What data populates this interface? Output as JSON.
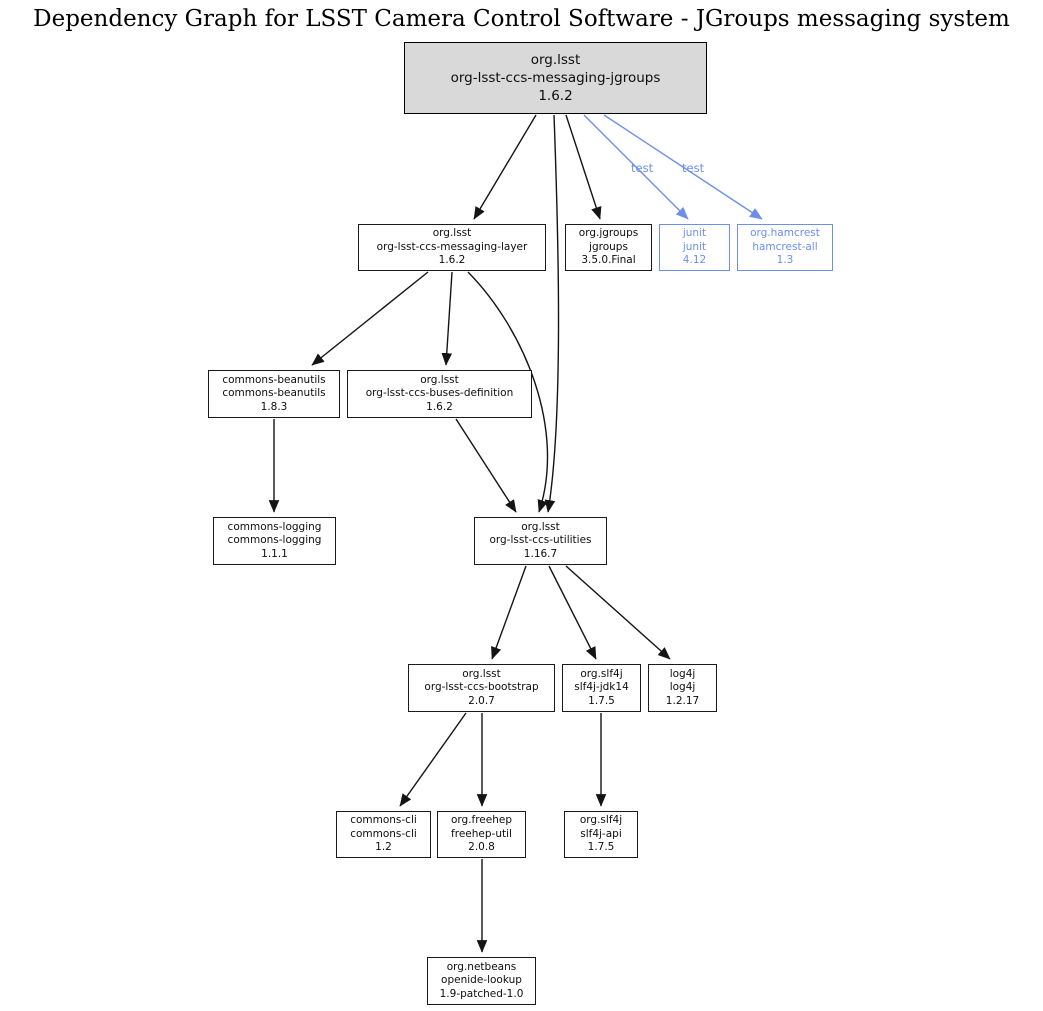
{
  "title": "Dependency Graph for LSST Camera Control Software - JGroups messaging system",
  "colors": {
    "background": "#ffffff",
    "node_border": "#1a1a1a",
    "node_fill": "#ffffff",
    "root_fill": "#d9d9d9",
    "edge_stroke": "#141414",
    "test_scope_color": "#6d8fe8",
    "title_color": "#000000"
  },
  "nodes": {
    "messaging_jgroups": {
      "group": "org.lsst",
      "artifact": "org-lsst-ccs-messaging-jgroups",
      "version": "1.6.2"
    },
    "messaging_layer": {
      "group": "org.lsst",
      "artifact": "org-lsst-ccs-messaging-layer",
      "version": "1.6.2"
    },
    "jgroups": {
      "group": "org.jgroups",
      "artifact": "jgroups",
      "version": "3.5.0.Final"
    },
    "junit": {
      "group": "junit",
      "artifact": "junit",
      "version": "4.12"
    },
    "hamcrest_all": {
      "group": "org.hamcrest",
      "artifact": "hamcrest-all",
      "version": "1.3"
    },
    "commons_beanutils": {
      "group": "commons-beanutils",
      "artifact": "commons-beanutils",
      "version": "1.8.3"
    },
    "buses_definition": {
      "group": "org.lsst",
      "artifact": "org-lsst-ccs-buses-definition",
      "version": "1.6.2"
    },
    "commons_logging": {
      "group": "commons-logging",
      "artifact": "commons-logging",
      "version": "1.1.1"
    },
    "utilities": {
      "group": "org.lsst",
      "artifact": "org-lsst-ccs-utilities",
      "version": "1.16.7"
    },
    "bootstrap": {
      "group": "org.lsst",
      "artifact": "org-lsst-ccs-bootstrap",
      "version": "2.0.7"
    },
    "slf4j_jdk14": {
      "group": "org.slf4j",
      "artifact": "slf4j-jdk14",
      "version": "1.7.5"
    },
    "log4j": {
      "group": "log4j",
      "artifact": "log4j",
      "version": "1.2.17"
    },
    "commons_cli": {
      "group": "commons-cli",
      "artifact": "commons-cli",
      "version": "1.2"
    },
    "freehep_util": {
      "group": "org.freehep",
      "artifact": "freehep-util",
      "version": "2.0.8"
    },
    "slf4j_api": {
      "group": "org.slf4j",
      "artifact": "slf4j-api",
      "version": "1.7.5"
    },
    "openide_lookup": {
      "group": "org.netbeans",
      "artifact": "openide-lookup",
      "version": "1.9-patched-1.0"
    }
  },
  "edges": [
    {
      "from": "messaging_jgroups",
      "to": "messaging_layer",
      "scope": "compile",
      "label": ""
    },
    {
      "from": "messaging_jgroups",
      "to": "utilities",
      "scope": "compile",
      "label": ""
    },
    {
      "from": "messaging_jgroups",
      "to": "jgroups",
      "scope": "compile",
      "label": ""
    },
    {
      "from": "messaging_jgroups",
      "to": "junit",
      "scope": "test",
      "label": "test"
    },
    {
      "from": "messaging_jgroups",
      "to": "hamcrest_all",
      "scope": "test",
      "label": "test"
    },
    {
      "from": "messaging_layer",
      "to": "commons_beanutils",
      "scope": "compile",
      "label": ""
    },
    {
      "from": "messaging_layer",
      "to": "buses_definition",
      "scope": "compile",
      "label": ""
    },
    {
      "from": "messaging_layer",
      "to": "utilities",
      "scope": "compile",
      "label": ""
    },
    {
      "from": "commons_beanutils",
      "to": "commons_logging",
      "scope": "compile",
      "label": ""
    },
    {
      "from": "buses_definition",
      "to": "utilities",
      "scope": "compile",
      "label": ""
    },
    {
      "from": "utilities",
      "to": "bootstrap",
      "scope": "compile",
      "label": ""
    },
    {
      "from": "utilities",
      "to": "slf4j_jdk14",
      "scope": "compile",
      "label": ""
    },
    {
      "from": "utilities",
      "to": "log4j",
      "scope": "compile",
      "label": ""
    },
    {
      "from": "bootstrap",
      "to": "commons_cli",
      "scope": "compile",
      "label": ""
    },
    {
      "from": "bootstrap",
      "to": "freehep_util",
      "scope": "compile",
      "label": ""
    },
    {
      "from": "slf4j_jdk14",
      "to": "slf4j_api",
      "scope": "compile",
      "label": ""
    },
    {
      "from": "freehep_util",
      "to": "openide_lookup",
      "scope": "compile",
      "label": ""
    }
  ]
}
